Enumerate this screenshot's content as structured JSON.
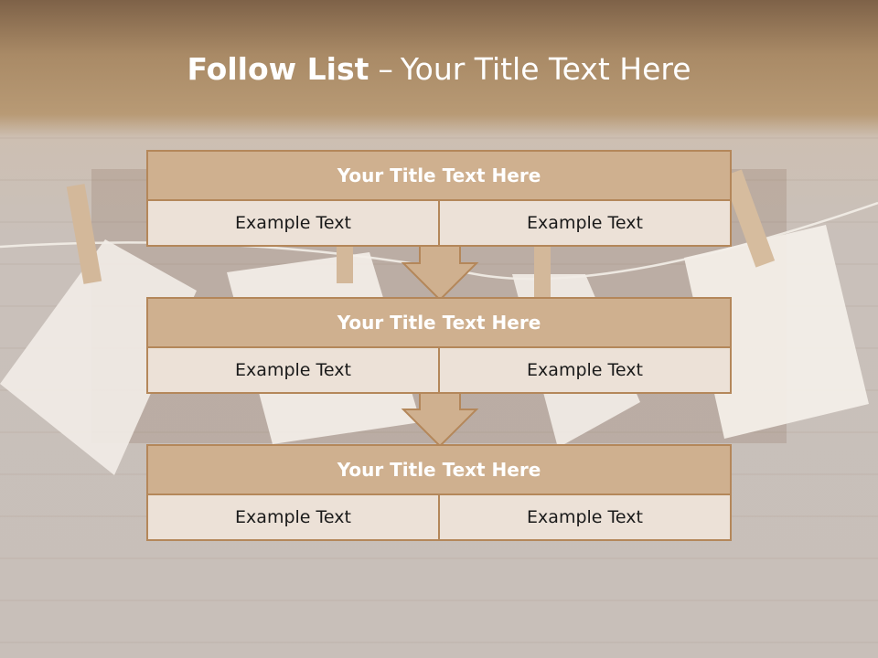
{
  "title": {
    "bold": "Follow List",
    "dash": "–",
    "rest": "Your Title Text Here"
  },
  "blocks": [
    {
      "heading": "Your Title Text Here",
      "left": "Example Text",
      "right": "Example Text"
    },
    {
      "heading": "Your Title Text Here",
      "left": "Example Text",
      "right": "Example Text"
    },
    {
      "heading": "Your Title Text Here",
      "left": "Example Text",
      "right": "Example Text"
    }
  ],
  "colors": {
    "heading_fill": "#cfb08f",
    "cell_fill": "#ece1d7",
    "border": "#b4875a",
    "arrow_fill": "#cfb08f"
  }
}
